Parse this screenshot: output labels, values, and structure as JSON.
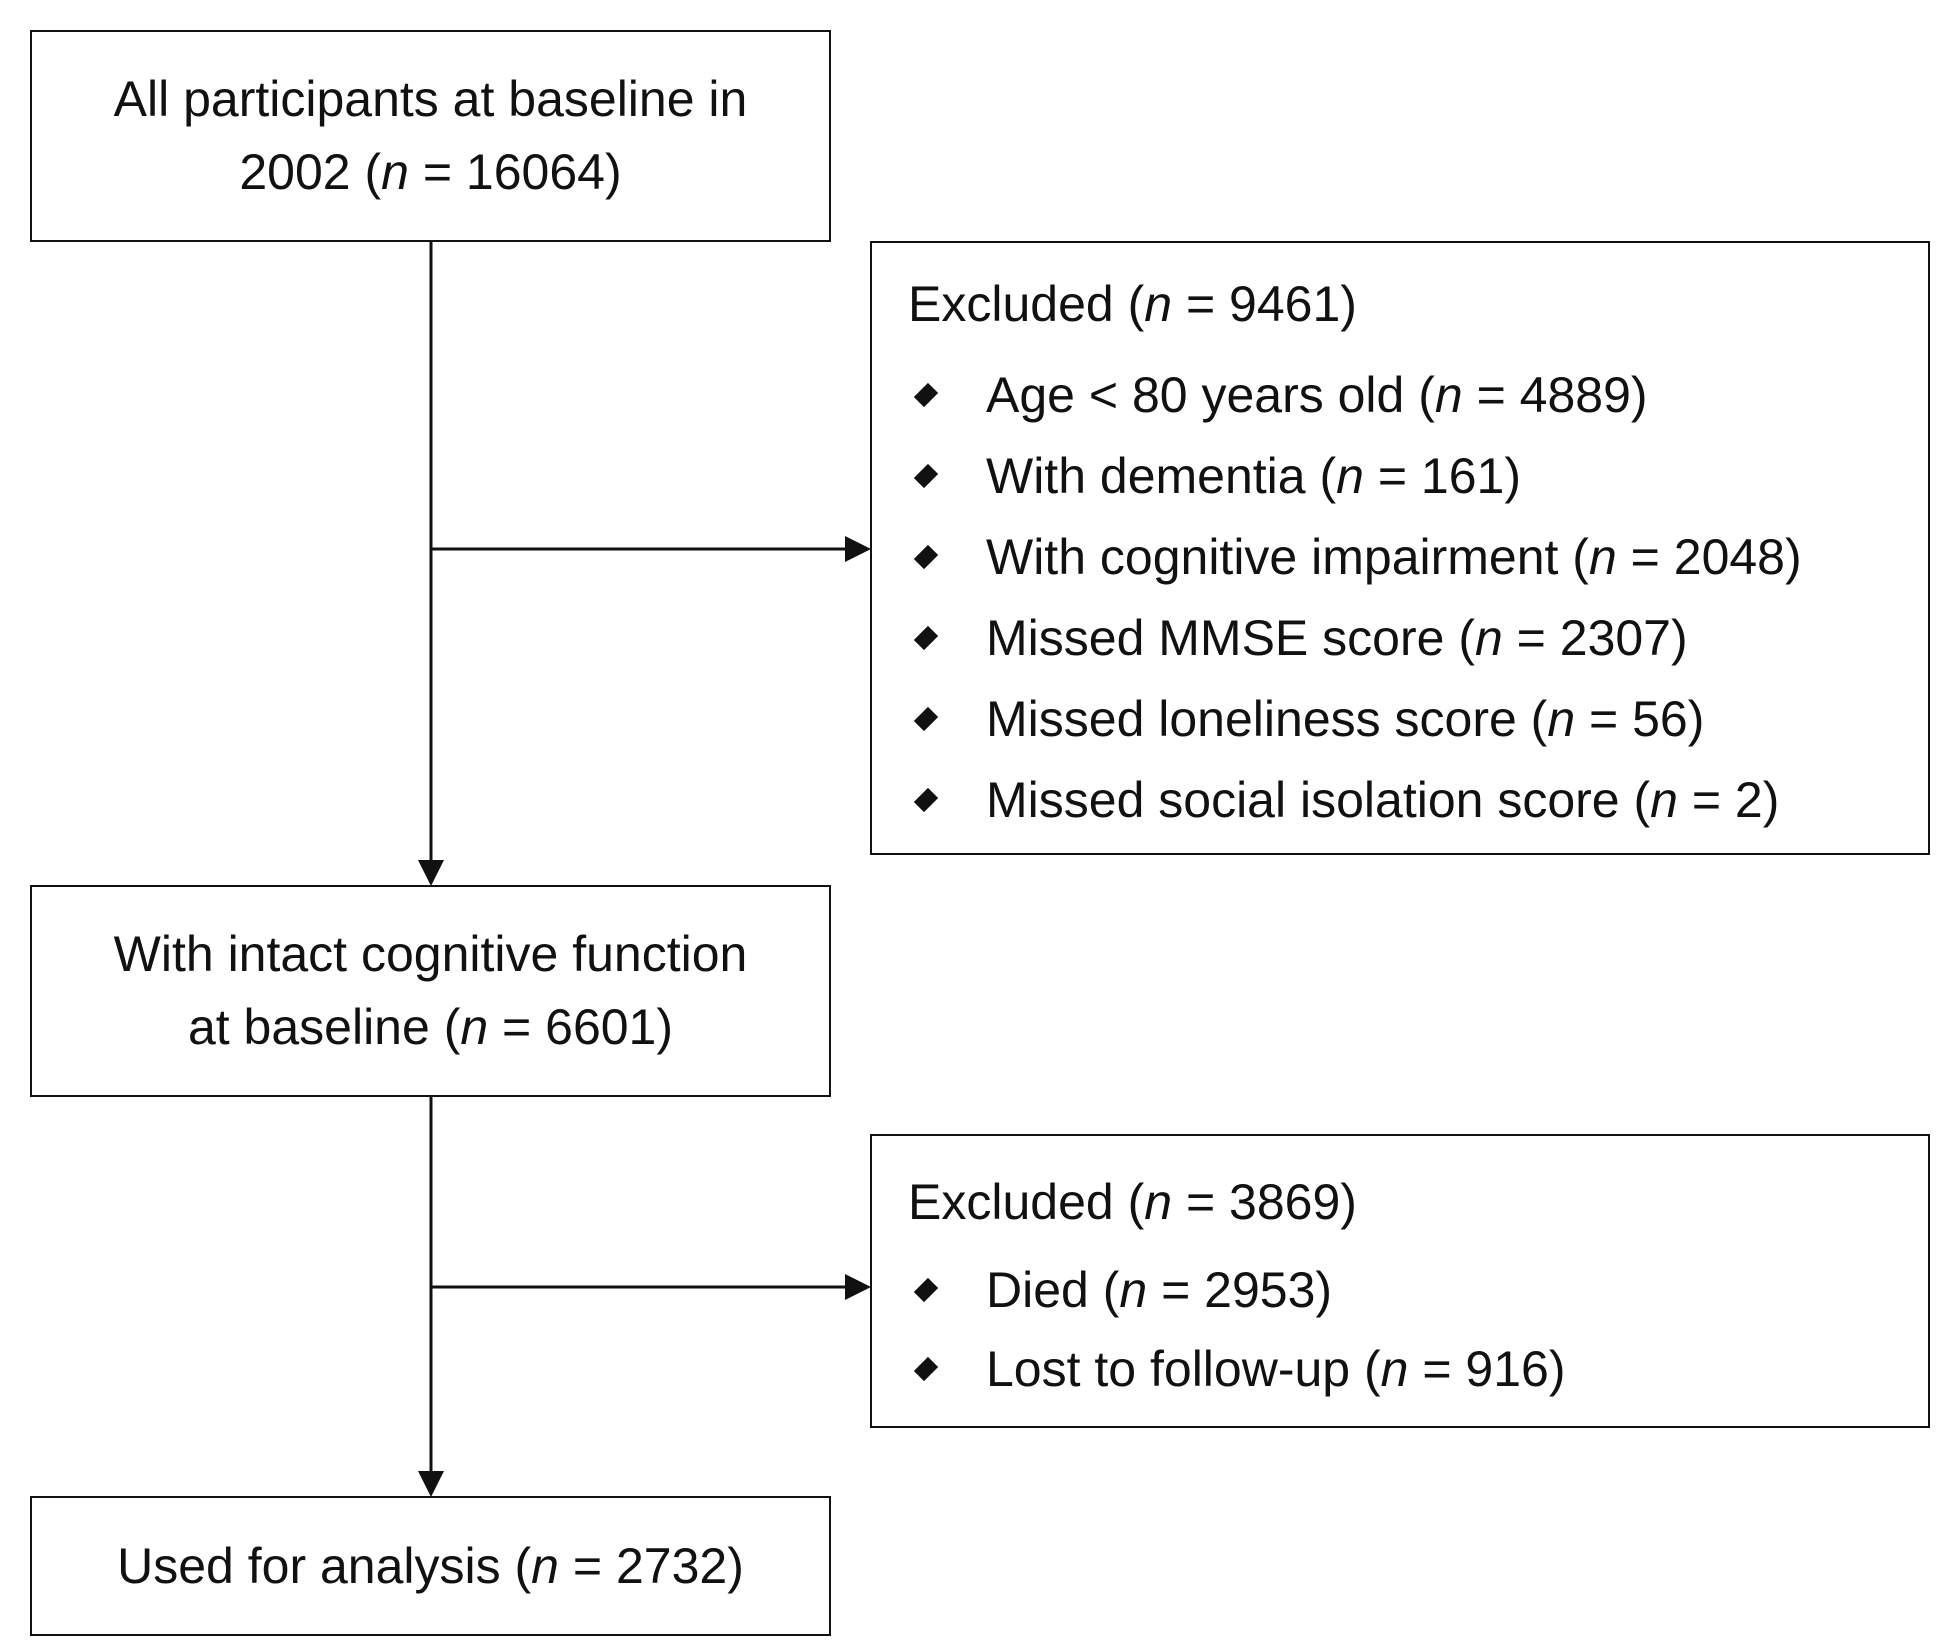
{
  "boxes": {
    "baseline": {
      "line1": "All participants at baseline in",
      "line2_prefix": "2002 (",
      "n_symbol": "n",
      "line2_suffix": " = 16064)"
    },
    "intact": {
      "line1": "With intact cognitive function",
      "line2_prefix": "at baseline (",
      "n_symbol": "n",
      "line2_suffix": " = 6601)"
    },
    "analysis": {
      "prefix": "Used for analysis (",
      "n_symbol": "n",
      "suffix": " = 2732)"
    }
  },
  "exclusion1": {
    "title_prefix": "Excluded (",
    "n_symbol": "n",
    "title_suffix": " = 9461)",
    "items": [
      {
        "prefix": "Age < 80 years old (",
        "suffix": " = 4889)"
      },
      {
        "prefix": "With dementia (",
        "suffix": " = 161)"
      },
      {
        "prefix": "With cognitive impairment (",
        "suffix": " = 2048)"
      },
      {
        "prefix": "Missed MMSE score (",
        "suffix": " = 2307)"
      },
      {
        "prefix": "Missed loneliness score (",
        "suffix": " = 56)"
      },
      {
        "prefix": "Missed social isolation score (",
        "suffix": " = 2)"
      }
    ]
  },
  "exclusion2": {
    "title_prefix": "Excluded (",
    "n_symbol": "n",
    "title_suffix": " = 3869)",
    "items": [
      {
        "prefix": "Died (",
        "suffix": " = 2953)"
      },
      {
        "prefix": "Lost to follow-up (",
        "suffix": " = 916)"
      }
    ]
  },
  "colors": {
    "line": "#111111",
    "background": "#ffffff"
  }
}
